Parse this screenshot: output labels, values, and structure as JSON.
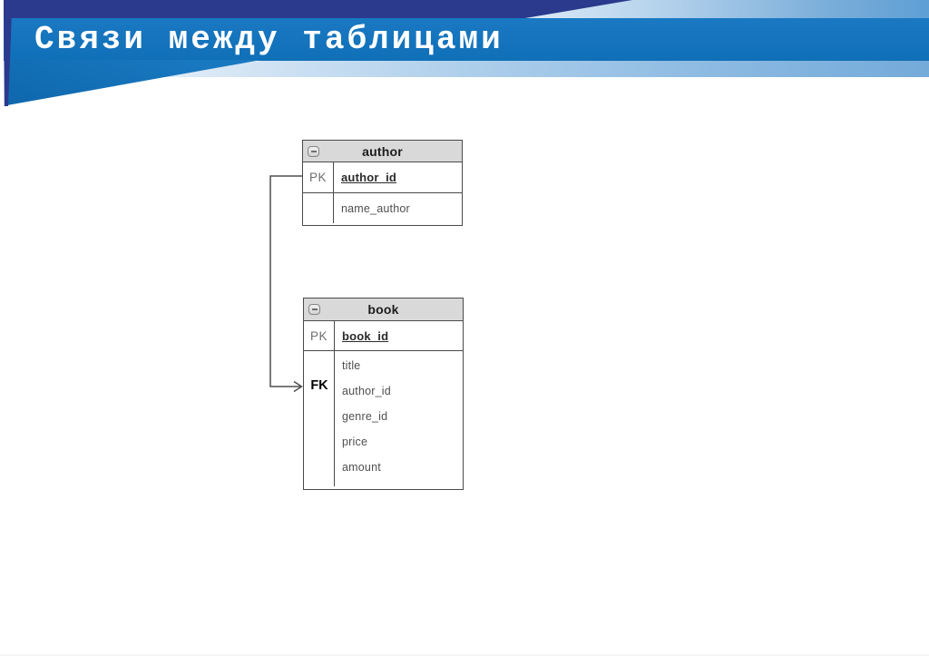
{
  "header": {
    "title": "Связи между таблицами",
    "colors": {
      "band_blue": "#0f6fb7",
      "navy": "#2b3a8d",
      "pale_blue": "#9dc4e7"
    }
  },
  "diagram": {
    "tables": [
      {
        "name": "author",
        "collapse_icon": "minus-icon",
        "pk_tag": "PK",
        "pk_field": "author_id",
        "fields": [
          "name_author"
        ]
      },
      {
        "name": "book",
        "collapse_icon": "minus-icon",
        "pk_tag": "PK",
        "pk_field": "book_id",
        "fk_tag": "FK",
        "fields": [
          "title",
          "author_id",
          "genre_id",
          "price",
          "amount"
        ]
      }
    ],
    "relation": {
      "type": "elbow-arrow",
      "from": "author.author_id",
      "to": "book.author_id"
    }
  }
}
